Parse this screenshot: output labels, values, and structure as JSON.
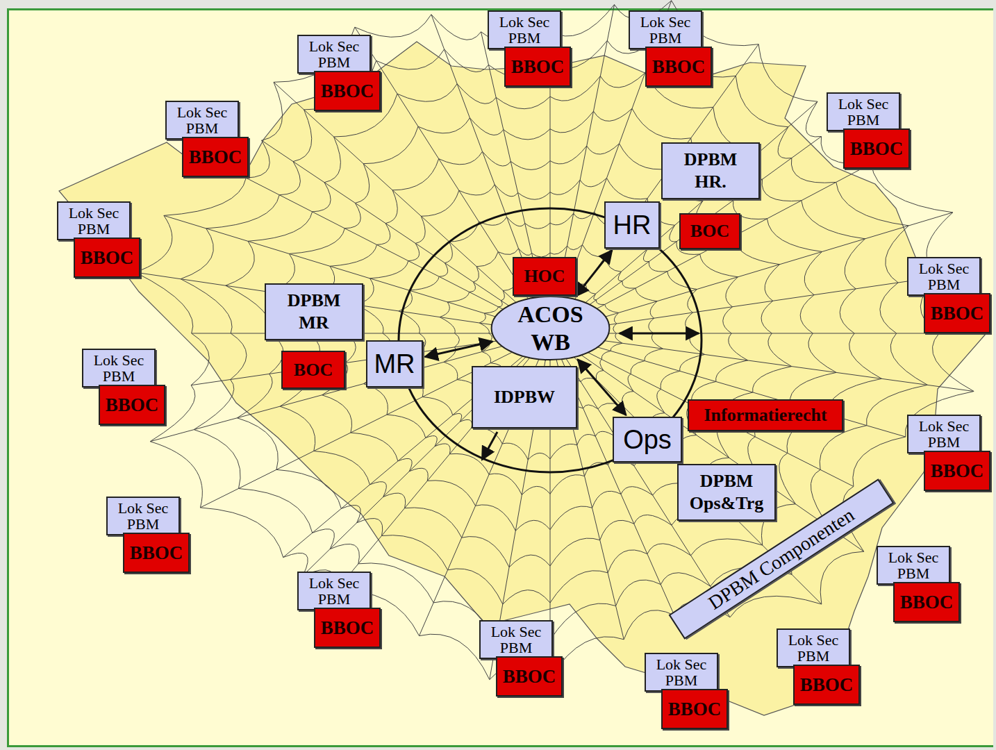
{
  "diagram": {
    "nodes": [
      {
        "text": [
          "Lok Sec PBM"
        ]
      },
      {
        "text": [
          "BBOC"
        ]
      },
      {
        "text": [
          "Lok Sec PBM"
        ]
      },
      {
        "text": [
          "BBOC"
        ]
      },
      {
        "text": [
          "Lok Sec PBM"
        ]
      },
      {
        "text": [
          "BBOC"
        ]
      },
      {
        "text": [
          "Lok Sec PBM"
        ]
      },
      {
        "text": [
          "BBOC"
        ]
      },
      {
        "text": [
          "Lok Sec PBM"
        ]
      },
      {
        "text": [
          "BBOC"
        ]
      },
      {
        "text": [
          "DPBM HR."
        ]
      },
      {
        "text": [
          "HR"
        ]
      },
      {
        "text": [
          "BOC"
        ]
      },
      {
        "text": [
          "Lok Sec PBM"
        ]
      },
      {
        "text": [
          "BBOC"
        ]
      },
      {
        "text": [
          "Lok Sec PBM"
        ]
      },
      {
        "text": [
          "BBOC"
        ]
      },
      {
        "text": [
          "HOC"
        ]
      },
      {
        "text": [
          "DPBM MR"
        ]
      },
      {
        "text": [
          "ACOS WB"
        ]
      },
      {
        "text": [
          "MR"
        ]
      },
      {
        "text": [
          "BOC"
        ]
      },
      {
        "text": [
          "Lok Sec PBM"
        ]
      },
      {
        "text": [
          "BBOC"
        ]
      },
      {
        "text": [
          "IDPBW"
        ]
      },
      {
        "text": [
          "Informatierecht"
        ]
      },
      {
        "text": [
          "Ops"
        ]
      },
      {
        "text": [
          "Lok Sec PBM"
        ]
      },
      {
        "text": [
          "BBOC"
        ]
      },
      {
        "text": [
          "DPBM Ops&Trg"
        ]
      },
      {
        "text": [
          "Lok Sec PBM"
        ]
      },
      {
        "text": [
          "BBOC"
        ]
      },
      {
        "text": [
          "DPBM Componenten"
        ]
      },
      {
        "text": [
          "Lok Sec PBM"
        ]
      },
      {
        "text": [
          "BBOC"
        ]
      },
      {
        "text": [
          "Lok Sec PBM"
        ]
      },
      {
        "text": [
          "BBOC"
        ]
      },
      {
        "text": [
          "Lok Sec PBM"
        ]
      },
      {
        "text": [
          "BBOC"
        ]
      },
      {
        "text": [
          "Lok Sec PBM"
        ]
      },
      {
        "text": [
          "BBOC"
        ]
      },
      {
        "text": [
          "Lok Sec PBM"
        ]
      },
      {
        "text": [
          "BBOC"
        ]
      }
    ],
    "edges": [
      {
        "from": 11,
        "to": 19,
        "arrow": "both"
      },
      {
        "from": 20,
        "to": 19,
        "arrow": "both"
      },
      {
        "from": 26,
        "to": 19,
        "arrow": "both"
      }
    ]
  }
}
